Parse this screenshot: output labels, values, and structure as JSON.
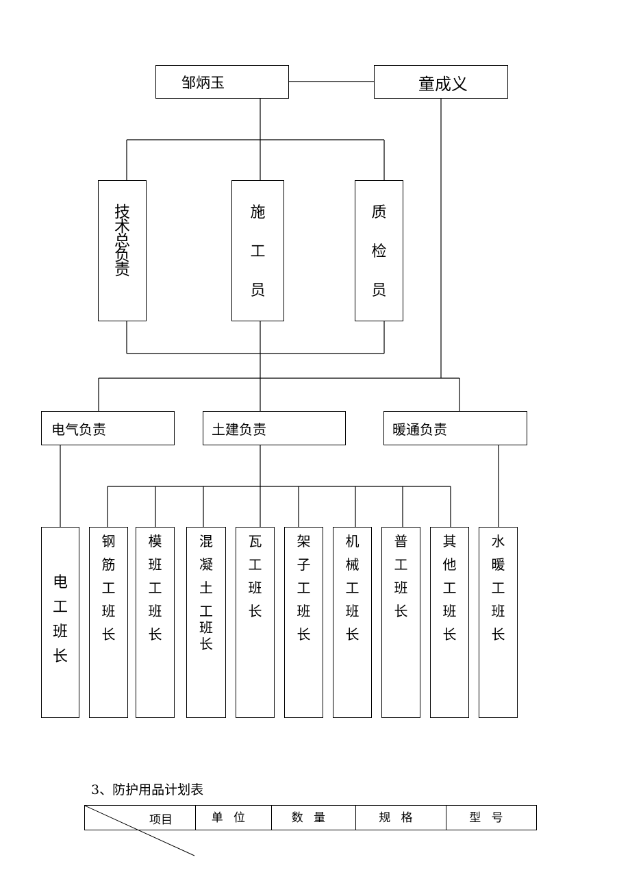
{
  "org_chart": {
    "leader_left": "邹炳玉",
    "leader_right": "童成义",
    "staff": {
      "technical": "技术总负责",
      "construction": "施工员",
      "quality": "质检员"
    },
    "departments": {
      "electrical": "电气负责",
      "civil": "土建负责",
      "hvac": "暖通负责"
    },
    "crews": {
      "electrician": "电工班长",
      "rebar": "钢筋工班长",
      "formwork": "模班工班长",
      "concrete": "混凝土工班长",
      "masonry": "瓦工班长",
      "scaffold": "架子工班长",
      "machinery": "机械工班长",
      "general": "普工班长",
      "other": "其他工班长",
      "plumbing_hvac": "水暖工班长"
    }
  },
  "section_heading": "3、防护用品计划表",
  "plan_table": {
    "headers": [
      "项目",
      "单位",
      "数量",
      "规格",
      "型号"
    ]
  }
}
